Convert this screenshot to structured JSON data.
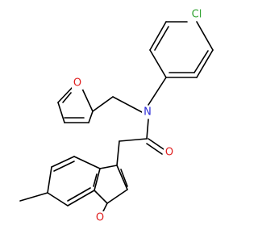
{
  "molecule": {
    "atom_labels": {
      "chlorine": "Cl",
      "amide_nitrogen": "N",
      "carbonyl_oxygen": "O",
      "furan_oxygen": "O",
      "benzofuran_oxygen": "O"
    },
    "colors": {
      "bond": "#000000",
      "carbon": "#000000",
      "chlorine": "#33a333",
      "nitrogen": "#2a2ad6",
      "oxygen": "#e02020"
    }
  }
}
